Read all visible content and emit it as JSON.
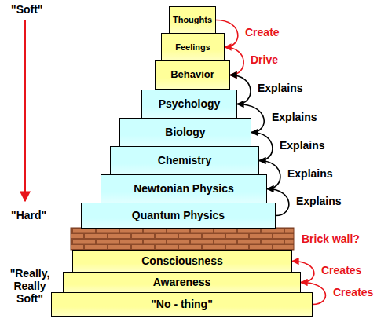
{
  "diagram": {
    "nodes": [
      {
        "text": [
          "Thoughts"
        ]
      },
      {
        "text": [
          "Feelings"
        ]
      },
      {
        "text": [
          "Behavior"
        ]
      },
      {
        "text": [
          "Psychology"
        ]
      },
      {
        "text": [
          "Biology"
        ]
      },
      {
        "text": [
          "Chemistry"
        ]
      },
      {
        "text": [
          "Newtonian Physics"
        ]
      },
      {
        "text": [
          "Quantum Physics"
        ]
      },
      {
        "text": [
          "Consciousness"
        ]
      },
      {
        "text": [
          "Awareness"
        ]
      },
      {
        "text": [
          "\"No - thing\""
        ]
      }
    ],
    "edges": [
      {
        "from": 0,
        "to": 1,
        "label": "Create",
        "arrow": "to"
      },
      {
        "from": 1,
        "to": 2,
        "label": "Drive",
        "arrow": "to"
      },
      {
        "from": 3,
        "to": 2,
        "label": "Explains",
        "arrow": "to"
      },
      {
        "from": 4,
        "to": 3,
        "label": "Explains",
        "arrow": "to"
      },
      {
        "from": 5,
        "to": 4,
        "label": "Explains",
        "arrow": "to"
      },
      {
        "from": 6,
        "to": 5,
        "label": "Explains",
        "arrow": "to"
      },
      {
        "from": 7,
        "to": 6,
        "label": "Explains",
        "arrow": "to"
      },
      {
        "from": 9,
        "to": 8,
        "label": "Creates",
        "arrow": "to"
      },
      {
        "from": 10,
        "to": 9,
        "label": "Creates",
        "arrow": "to"
      }
    ],
    "labels": [
      "\"Soft\"",
      "\"Hard\"",
      "\"Really, Really Soft\"",
      "Brick wall?"
    ]
  }
}
